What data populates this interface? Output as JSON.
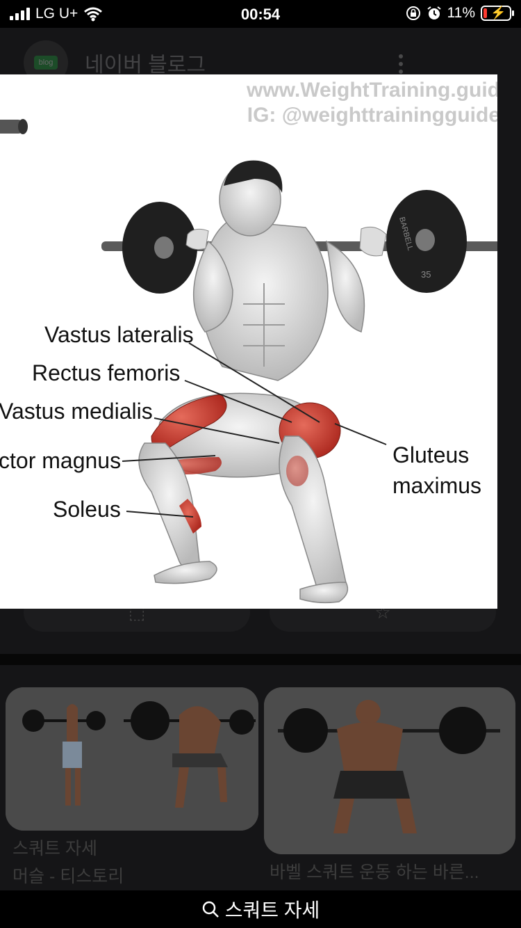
{
  "status": {
    "carrier": "LG U+",
    "time": "00:54",
    "battery": "11%"
  },
  "background": {
    "blog_name": "네이버 블로그",
    "blog_logo": "blog"
  },
  "image": {
    "watermark_line1": "www.WeightTraining.guid",
    "watermark_line2": "IG: @weighttrainingguide",
    "plate_text1": "BARBELL",
    "plate_text2": "35",
    "labels": {
      "vastus_lateralis": "Vastus lateralis",
      "rectus_femoris": "Rectus femoris",
      "vastus_medialis": "Vastus medialis",
      "adductor_magnus": "ctor magnus",
      "soleus": "Soleus",
      "gluteus1": "Gluteus",
      "gluteus2": "maximus"
    }
  },
  "results": [
    {
      "caption1": "스쿼트 자세",
      "caption2": "머슬 - 티스토리"
    },
    {
      "caption1": "바벨 스쿼트 운동 하는 바른..."
    }
  ],
  "search": {
    "query": "스쿼트 자세"
  }
}
